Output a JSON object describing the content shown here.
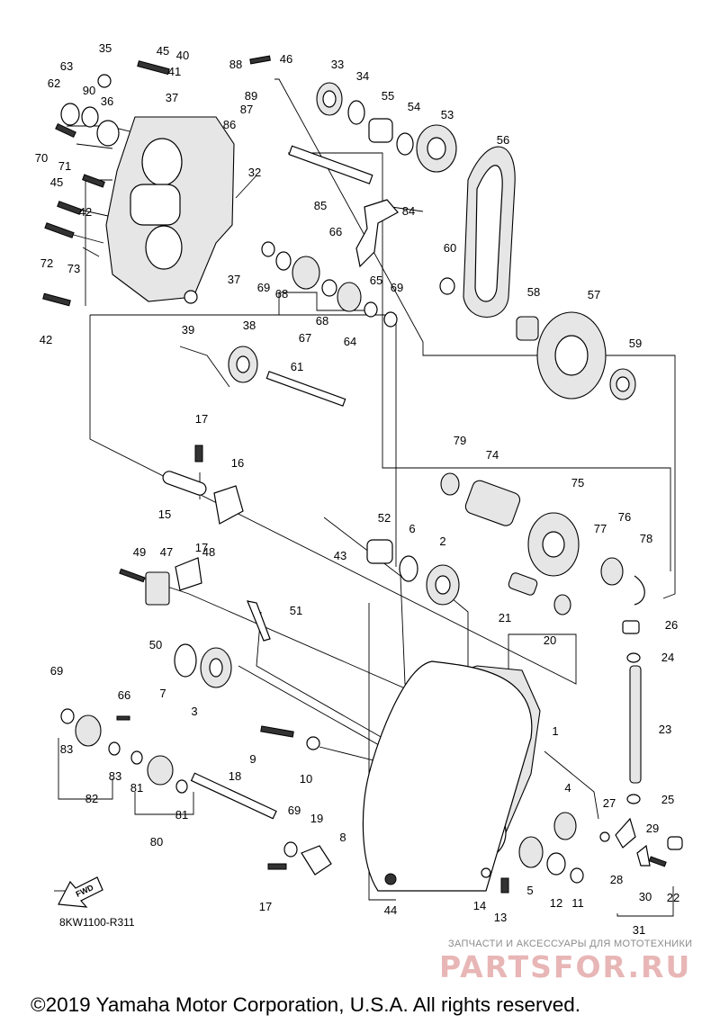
{
  "figure": {
    "drawing_code": "8KW1100-R311",
    "forward_arrow_label": "FWD",
    "copyright": "©2019 Yamaha Motor Corporation, U.S.A. All rights reserved.",
    "watermark": {
      "tagline": "ЗАПЧАСТИ И АКСЕССУАРЫ ДЛЯ МОТОТЕХНИКИ",
      "logo_text": "PARTSFOR.RU"
    }
  },
  "callouts": [
    "1",
    "2",
    "3",
    "4",
    "5",
    "6",
    "7",
    "8",
    "9",
    "10",
    "11",
    "12",
    "13",
    "14",
    "15",
    "16",
    "17",
    "17",
    "17",
    "18",
    "19",
    "20",
    "21",
    "22",
    "23",
    "24",
    "25",
    "26",
    "27",
    "28",
    "29",
    "30",
    "31",
    "32",
    "33",
    "34",
    "35",
    "36",
    "37",
    "37",
    "38",
    "39",
    "40",
    "41",
    "42",
    "42",
    "43",
    "44",
    "45",
    "45",
    "46",
    "47",
    "48",
    "49",
    "50",
    "51",
    "52",
    "53",
    "54",
    "55",
    "56",
    "57",
    "58",
    "59",
    "60",
    "61",
    "62",
    "63",
    "64",
    "65",
    "66",
    "66",
    "67",
    "68",
    "68",
    "69",
    "69",
    "69",
    "69",
    "70",
    "71",
    "72",
    "73",
    "74",
    "75",
    "76",
    "77",
    "78",
    "79",
    "80",
    "81",
    "81",
    "82",
    "83",
    "83",
    "84",
    "85",
    "86",
    "87",
    "88",
    "89",
    "90"
  ]
}
